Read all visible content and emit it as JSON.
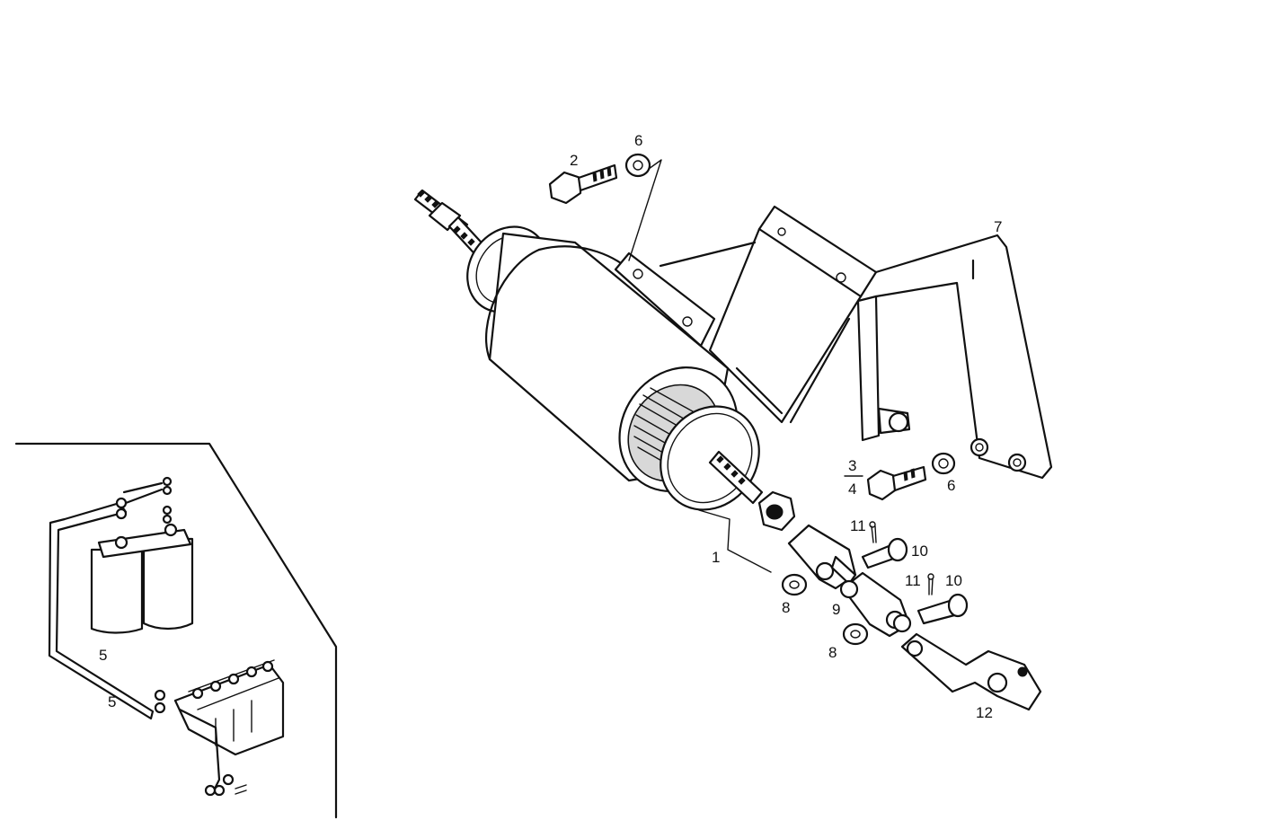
{
  "diagram": {
    "callouts": {
      "p1": "1",
      "p2": "2",
      "p3": "3",
      "p4": "4",
      "p5a": "5",
      "p5b": "5",
      "p6a": "6",
      "p6b": "6",
      "p7": "7",
      "p8a": "8",
      "p8b": "8",
      "p9": "9",
      "p10a": "10",
      "p10b": "10",
      "p11a": "11",
      "p11b": "11",
      "p12": "12"
    }
  }
}
